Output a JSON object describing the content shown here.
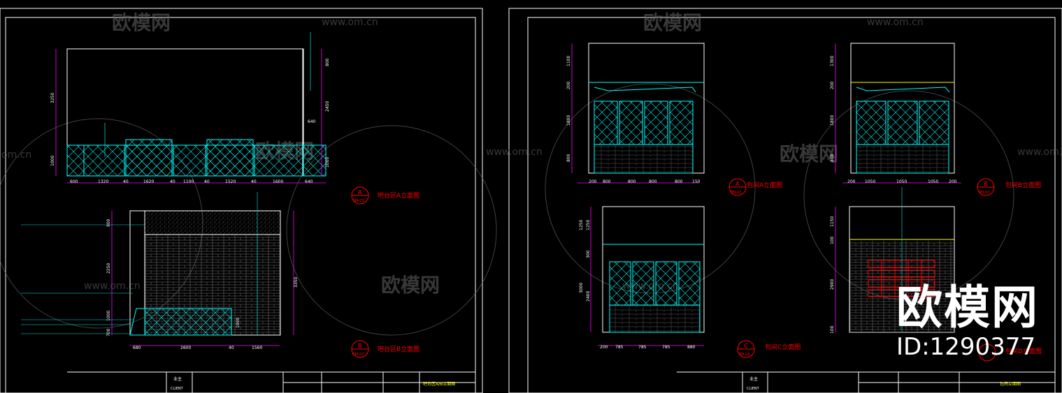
{
  "watermark": {
    "brand": "欧模网",
    "site": "www.om.cn",
    "site_partial": "om.cn",
    "id_text": "ID:1290377"
  },
  "colors": {
    "frame": "#ffffff",
    "dim": "#ff00ff",
    "geometry": "#00ffff",
    "tag": "#ff0000",
    "note": "#00e5e5"
  },
  "sheet_left": {
    "elevation_a": {
      "tag_letter": "A",
      "tag_ref": "PM-03",
      "title": "吧台区A立面图",
      "dims_bottom": [
        "600",
        "1320",
        "40",
        "1620",
        "40",
        "1100",
        "40",
        "1520",
        "40",
        "1600",
        "640"
      ],
      "dims_left": [
        "3250",
        "1000"
      ],
      "dims_right": [
        "800",
        "2450",
        "640",
        "1000"
      ]
    },
    "elevation_b": {
      "tag_letter": "B",
      "tag_ref": "PM-03",
      "title": "吧台区B立面图",
      "dims_bottom": [
        "680",
        "2600",
        "40",
        "1560"
      ],
      "dims_left": [
        "900",
        "2250",
        "1000",
        "700"
      ],
      "dims_right": [
        "3350",
        "1000"
      ]
    },
    "titleblock": {
      "client_cn": "业主",
      "client_en": "CLIENT",
      "drawing_title": "吧台区A/B立面图"
    }
  },
  "sheet_right": {
    "elevation_a": {
      "tag_letter": "A",
      "tag_ref": "PM-03",
      "title": "包间A立面图",
      "dims_bottom": [
        "200",
        "800",
        "800",
        "800",
        "800",
        "150"
      ],
      "dims_left": [
        "1100",
        "200",
        "1800",
        "800"
      ]
    },
    "elevation_b": {
      "tag_letter": "B",
      "tag_ref": "PM-03",
      "title": "包间B立面图",
      "dims_bottom": [
        "200",
        "1050",
        "1050",
        "1050",
        "200"
      ],
      "dims_left": [
        "1300",
        "200",
        "1800",
        "800"
      ]
    },
    "elevation_c": {
      "tag_letter": "C",
      "tag_ref": "PM-03",
      "title": "包间C立面图",
      "dims_bottom": [
        "200",
        "785",
        "785",
        "785",
        "880"
      ],
      "dims_left": [
        "1250",
        "1250",
        "300",
        "3000",
        "2400"
      ]
    },
    "elevation_d": {
      "title": "包间D立面图",
      "dims_left": [
        "1150",
        "100",
        "2900",
        "100"
      ]
    },
    "titleblock": {
      "client_cn": "业主",
      "client_en": "CLIENT",
      "drawing_title": "包间立面图"
    }
  }
}
